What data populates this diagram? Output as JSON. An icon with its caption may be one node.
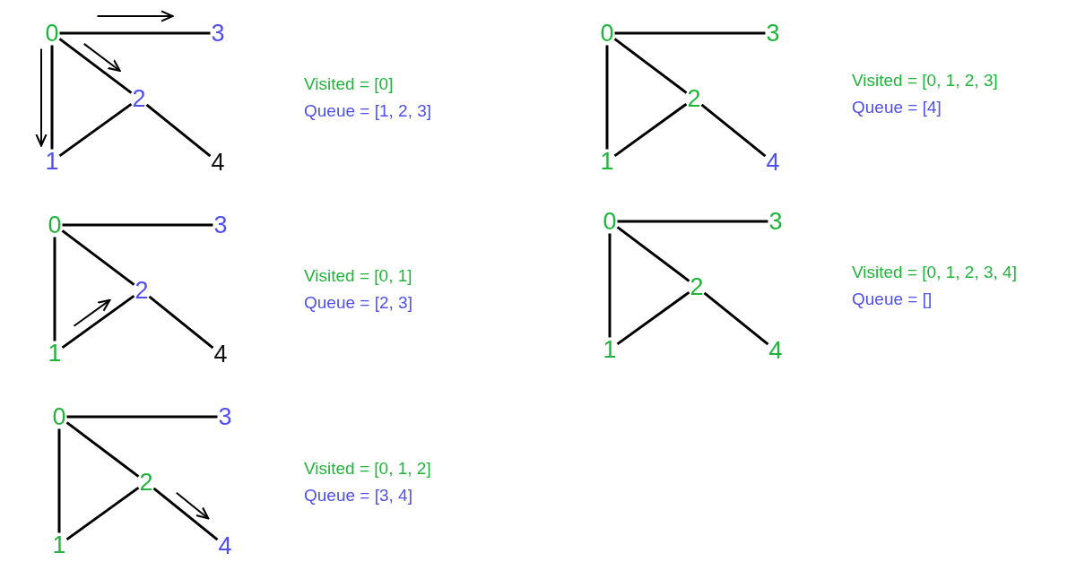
{
  "diagram": {
    "nodes": [
      {
        "text": [
          "0"
        ]
      },
      {
        "text": [
          "3"
        ]
      },
      {
        "text": [
          "2"
        ]
      },
      {
        "text": [
          "1"
        ]
      },
      {
        "text": [
          "4"
        ]
      },
      {
        "text": [
          "0"
        ]
      },
      {
        "text": [
          "3"
        ]
      },
      {
        "text": [
          "2"
        ]
      },
      {
        "text": [
          "1"
        ]
      },
      {
        "text": [
          "4"
        ]
      },
      {
        "text": [
          "0"
        ]
      },
      {
        "text": [
          "3"
        ]
      },
      {
        "text": [
          "2"
        ]
      },
      {
        "text": [
          "1"
        ]
      },
      {
        "text": [
          "4"
        ]
      },
      {
        "text": [
          "0"
        ]
      },
      {
        "text": [
          "3"
        ]
      },
      {
        "text": [
          "2"
        ]
      },
      {
        "text": [
          "1"
        ]
      },
      {
        "text": [
          "4"
        ]
      },
      {
        "text": [
          "0"
        ]
      },
      {
        "text": [
          "3"
        ]
      },
      {
        "text": [
          "2"
        ]
      },
      {
        "text": [
          "1"
        ]
      },
      {
        "text": [
          "4"
        ]
      }
    ],
    "edges": [
      {
        "from": 0,
        "to": 1,
        "arrow": "none"
      },
      {
        "from": 0,
        "to": 2,
        "arrow": "none"
      },
      {
        "from": 0,
        "to": 3,
        "arrow": "none"
      },
      {
        "from": 3,
        "to": 2,
        "arrow": "none"
      },
      {
        "from": 2,
        "to": 4,
        "arrow": "none"
      },
      {
        "from": 5,
        "to": 6,
        "arrow": "none"
      },
      {
        "from": 5,
        "to": 7,
        "arrow": "none"
      },
      {
        "from": 5,
        "to": 8,
        "arrow": "none"
      },
      {
        "from": 8,
        "to": 7,
        "arrow": "none"
      },
      {
        "from": 7,
        "to": 9,
        "arrow": "none"
      },
      {
        "from": 10,
        "to": 11,
        "arrow": "none"
      },
      {
        "from": 10,
        "to": 12,
        "arrow": "none"
      },
      {
        "from": 10,
        "to": 13,
        "arrow": "none"
      },
      {
        "from": 13,
        "to": 12,
        "arrow": "none"
      },
      {
        "from": 12,
        "to": 14,
        "arrow": "none"
      },
      {
        "from": 15,
        "to": 16,
        "arrow": "none"
      },
      {
        "from": 15,
        "to": 17,
        "arrow": "none"
      },
      {
        "from": 15,
        "to": 18,
        "arrow": "none"
      },
      {
        "from": 18,
        "to": 17,
        "arrow": "none"
      },
      {
        "from": 17,
        "to": 19,
        "arrow": "none"
      },
      {
        "from": 20,
        "to": 21,
        "arrow": "none"
      },
      {
        "from": 20,
        "to": 22,
        "arrow": "none"
      },
      {
        "from": 20,
        "to": 23,
        "arrow": "none"
      },
      {
        "from": 23,
        "to": 22,
        "arrow": "none"
      },
      {
        "from": 22,
        "to": 24,
        "arrow": "none"
      },
      {
        "from": 0,
        "to": 1,
        "arrow": "to"
      },
      {
        "from": 0,
        "to": 2,
        "arrow": "to"
      },
      {
        "from": 0,
        "to": 3,
        "arrow": "to"
      },
      {
        "from": 8,
        "to": 7,
        "arrow": "to"
      },
      {
        "from": 12,
        "to": 14,
        "arrow": "to"
      }
    ],
    "labels": [
      "Visited = [0]",
      "Queue = [1, 2, 3]",
      "Visited = [0, 1]",
      "Queue = [2, 3]",
      "Visited = [0, 1, 2]",
      "Queue = [3, 4]",
      "Visited = [0, 1, 2, 3]",
      "Queue = [4]",
      "Visited = [0, 1, 2, 3, 4]",
      "Queue = []"
    ]
  }
}
